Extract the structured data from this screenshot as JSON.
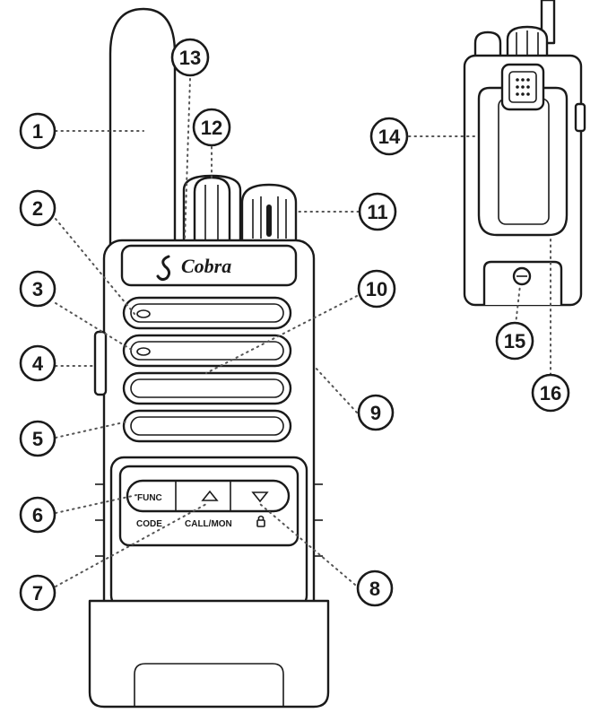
{
  "brand": {
    "logo_text": "Cobra"
  },
  "keypad": {
    "func_label": "FUNC",
    "code_label": "CODE",
    "callmon_label": "CALL/MON",
    "up_icon": "triangle-up-icon",
    "down_icon": "triangle-down-icon",
    "lock_icon": "padlock-icon"
  },
  "callouts": [
    "1",
    "2",
    "3",
    "4",
    "5",
    "6",
    "7",
    "8",
    "9",
    "10",
    "11",
    "12",
    "13",
    "14",
    "15",
    "16"
  ]
}
